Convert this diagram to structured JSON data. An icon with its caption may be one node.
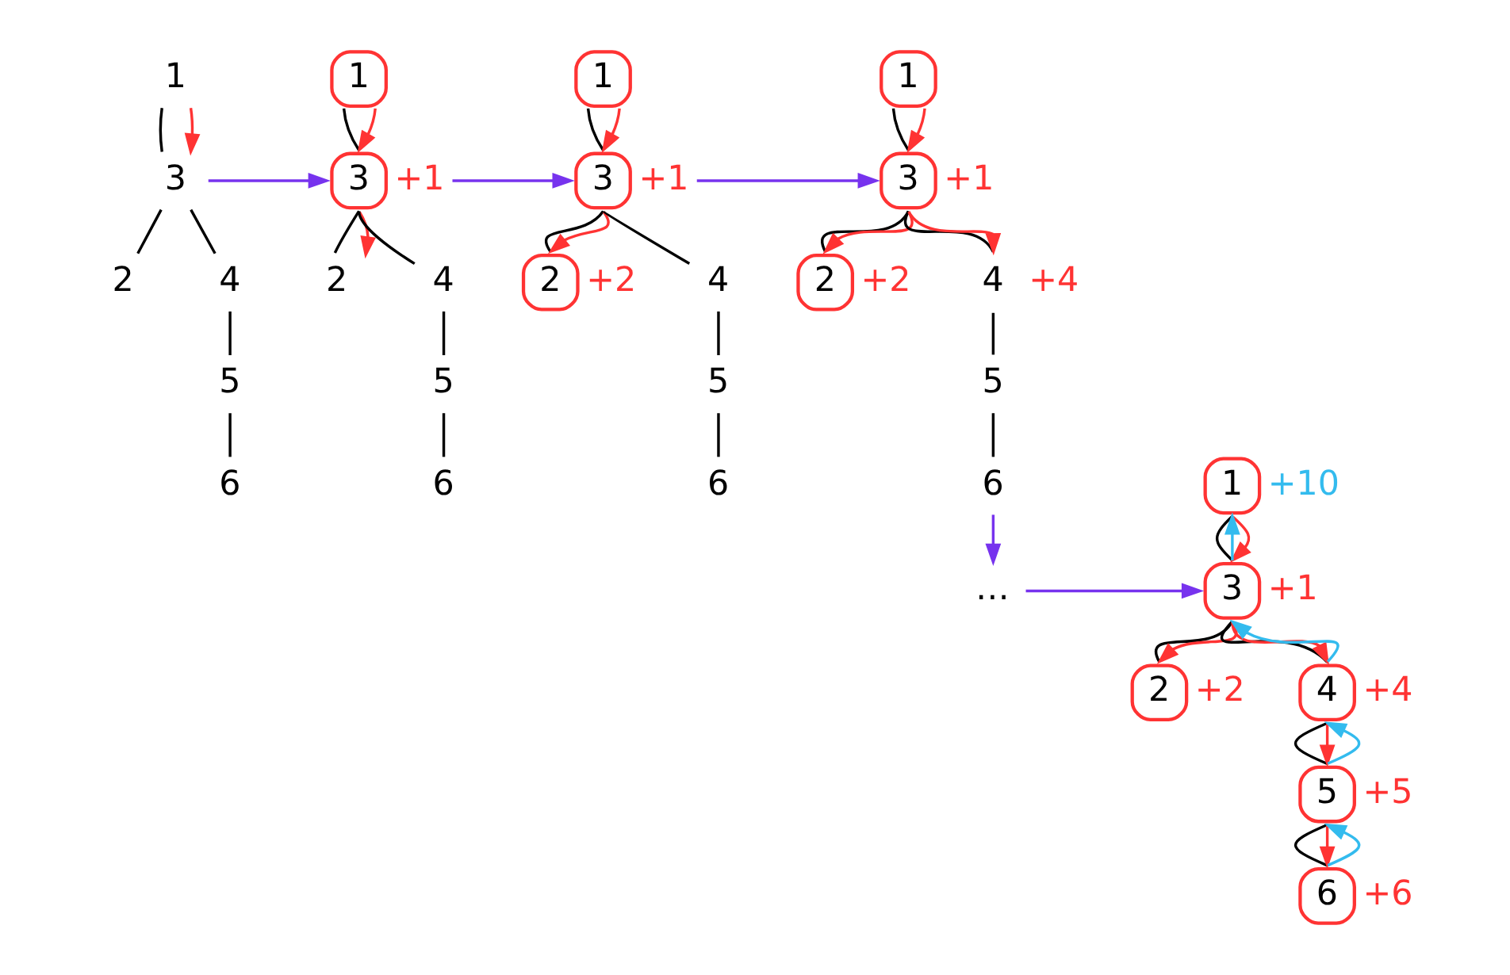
{
  "diagram": {
    "nodes": [
      {
        "text": [
          "1"
        ]
      },
      {
        "text": [
          "3"
        ]
      },
      {
        "text": [
          "2"
        ]
      },
      {
        "text": [
          "4"
        ]
      },
      {
        "text": [
          "5"
        ]
      },
      {
        "text": [
          "6"
        ]
      },
      {
        "text": [
          "1"
        ]
      },
      {
        "text": [
          "3"
        ],
        "beside": [
          "+1"
        ]
      },
      {
        "text": [
          "2"
        ]
      },
      {
        "text": [
          "4"
        ]
      },
      {
        "text": [
          "5"
        ]
      },
      {
        "text": [
          "6"
        ]
      },
      {
        "text": [
          "1"
        ]
      },
      {
        "text": [
          "3"
        ],
        "beside": [
          "+1"
        ]
      },
      {
        "text": [
          "2"
        ],
        "beside": [
          "+2"
        ]
      },
      {
        "text": [
          "4"
        ]
      },
      {
        "text": [
          "5"
        ]
      },
      {
        "text": [
          "6"
        ]
      },
      {
        "text": [
          "1"
        ]
      },
      {
        "text": [
          "3"
        ],
        "beside": [
          "+1"
        ]
      },
      {
        "text": [
          "2"
        ],
        "beside": [
          "+2"
        ]
      },
      {
        "text": [
          "4"
        ],
        "beside": [
          "+4"
        ]
      },
      {
        "text": [
          "5"
        ]
      },
      {
        "text": [
          "6"
        ]
      },
      {
        "text": [
          "…"
        ]
      },
      {
        "text": [
          "1"
        ],
        "beside": [
          "+10"
        ]
      },
      {
        "text": [
          "3"
        ],
        "beside": [
          "+1"
        ]
      },
      {
        "text": [
          "2"
        ],
        "beside": [
          "+2"
        ]
      },
      {
        "text": [
          "4"
        ],
        "beside": [
          "+4"
        ]
      },
      {
        "text": [
          "5"
        ],
        "beside": [
          "+5"
        ]
      },
      {
        "text": [
          "6"
        ],
        "beside": [
          "+6"
        ]
      }
    ],
    "edges": [
      {
        "from": 0,
        "to": 1,
        "arrow": "none"
      },
      {
        "from": 1,
        "to": 2,
        "arrow": "none"
      },
      {
        "from": 1,
        "to": 3,
        "arrow": "none"
      },
      {
        "from": 3,
        "to": 4,
        "arrow": "none"
      },
      {
        "from": 4,
        "to": 5,
        "arrow": "none"
      },
      {
        "from": 0,
        "to": 1,
        "arrow": "to",
        "color": "#ff3333"
      },
      {
        "from": 1,
        "to": 7,
        "arrow": "to",
        "color": "#7733ee"
      },
      {
        "from": 6,
        "to": 7,
        "arrow": "none"
      },
      {
        "from": 7,
        "to": 8,
        "arrow": "none"
      },
      {
        "from": 7,
        "to": 9,
        "arrow": "none"
      },
      {
        "from": 9,
        "to": 10,
        "arrow": "none"
      },
      {
        "from": 10,
        "to": 11,
        "arrow": "none"
      },
      {
        "from": 6,
        "to": 7,
        "arrow": "to",
        "color": "#ff3333"
      },
      {
        "from": 7,
        "to": 8,
        "arrow": "to",
        "color": "#ff3333"
      },
      {
        "from": 7,
        "to": 13,
        "arrow": "to",
        "color": "#7733ee"
      },
      {
        "from": 12,
        "to": 13,
        "arrow": "none"
      },
      {
        "from": 13,
        "to": 14,
        "arrow": "none"
      },
      {
        "from": 13,
        "to": 15,
        "arrow": "none"
      },
      {
        "from": 15,
        "to": 16,
        "arrow": "none"
      },
      {
        "from": 16,
        "to": 17,
        "arrow": "none"
      },
      {
        "from": 12,
        "to": 13,
        "arrow": "to",
        "color": "#ff3333"
      },
      {
        "from": 13,
        "to": 14,
        "arrow": "to",
        "color": "#ff3333"
      },
      {
        "from": 13,
        "to": 19,
        "arrow": "to",
        "color": "#7733ee"
      },
      {
        "from": 18,
        "to": 19,
        "arrow": "none"
      },
      {
        "from": 19,
        "to": 20,
        "arrow": "none"
      },
      {
        "from": 19,
        "to": 21,
        "arrow": "none"
      },
      {
        "from": 21,
        "to": 22,
        "arrow": "none"
      },
      {
        "from": 22,
        "to": 23,
        "arrow": "none"
      },
      {
        "from": 18,
        "to": 19,
        "arrow": "to",
        "color": "#ff3333"
      },
      {
        "from": 19,
        "to": 20,
        "arrow": "to",
        "color": "#ff3333"
      },
      {
        "from": 19,
        "to": 21,
        "arrow": "to",
        "color": "#ff3333"
      },
      {
        "from": 23,
        "to": 24,
        "arrow": "to",
        "color": "#7733ee"
      },
      {
        "from": 24,
        "to": 26,
        "arrow": "to",
        "color": "#7733ee"
      },
      {
        "from": 25,
        "to": 26,
        "arrow": "none"
      },
      {
        "from": 26,
        "to": 27,
        "arrow": "none"
      },
      {
        "from": 26,
        "to": 28,
        "arrow": "none"
      },
      {
        "from": 28,
        "to": 29,
        "arrow": "none"
      },
      {
        "from": 29,
        "to": 30,
        "arrow": "none"
      },
      {
        "from": 25,
        "to": 26,
        "arrow": "to",
        "color": "#ff3333"
      },
      {
        "from": 26,
        "to": 27,
        "arrow": "to",
        "color": "#ff3333"
      },
      {
        "from": 26,
        "to": 28,
        "arrow": "to",
        "color": "#ff3333"
      },
      {
        "from": 28,
        "to": 29,
        "arrow": "to",
        "color": "#ff3333"
      },
      {
        "from": 29,
        "to": 30,
        "arrow": "to",
        "color": "#ff3333"
      },
      {
        "from": 30,
        "to": 29,
        "arrow": "to",
        "color": "#33bbee"
      },
      {
        "from": 29,
        "to": 28,
        "arrow": "to",
        "color": "#33bbee"
      },
      {
        "from": 28,
        "to": 26,
        "arrow": "to",
        "color": "#33bbee"
      },
      {
        "from": 26,
        "to": 25,
        "arrow": "to",
        "color": "#33bbee"
      }
    ]
  }
}
